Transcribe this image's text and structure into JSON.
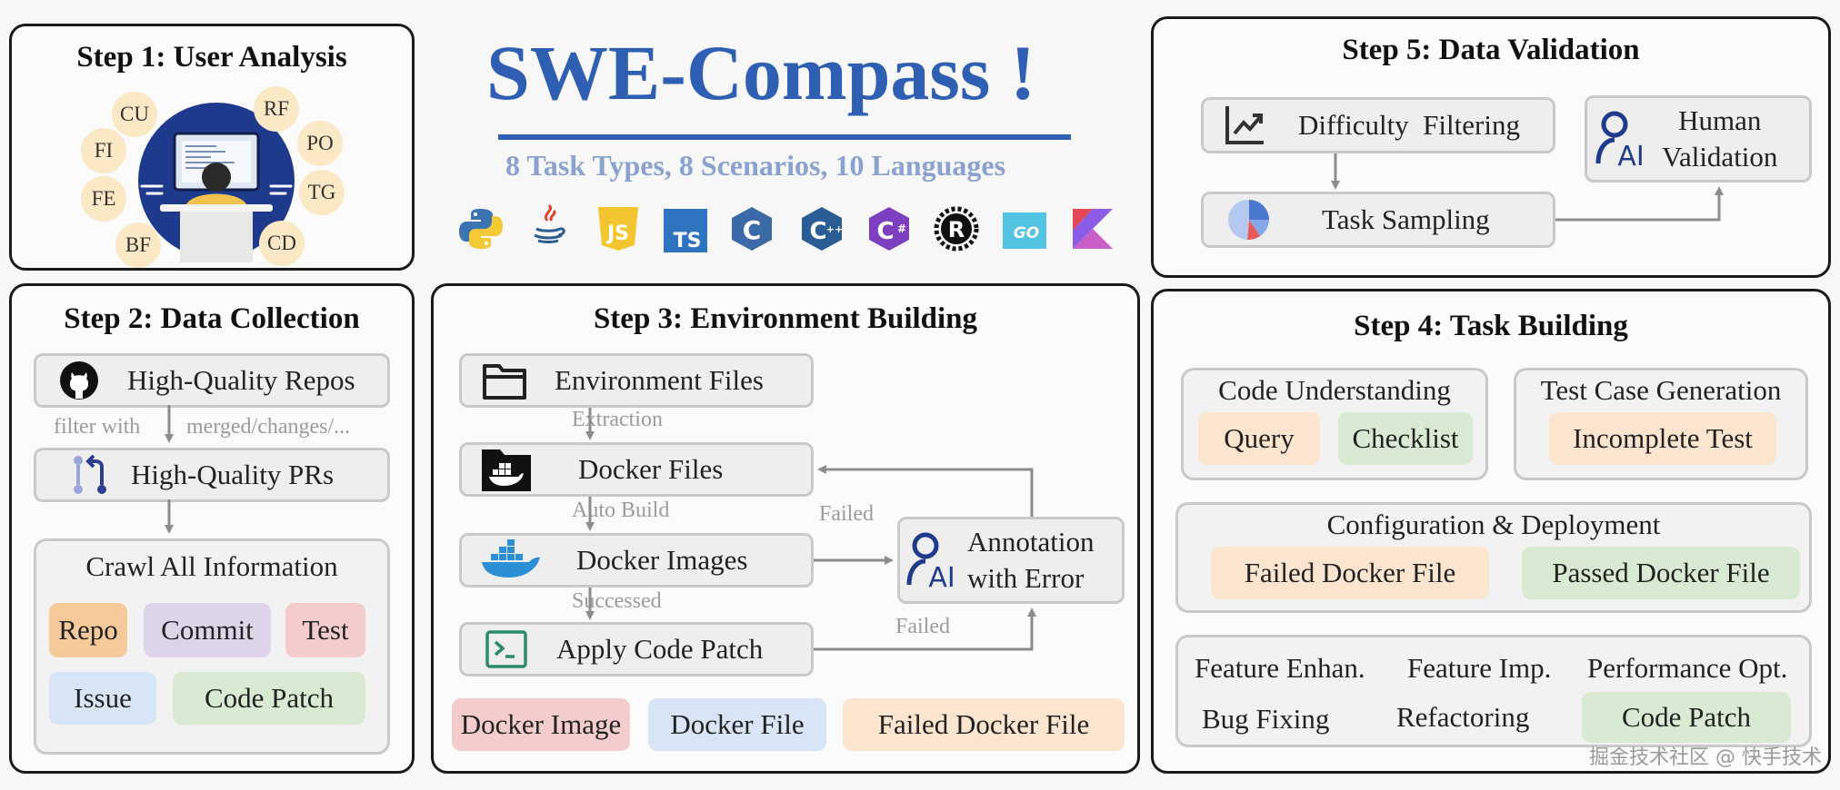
{
  "header": {
    "title": "SWE-Compass !",
    "subtitle": "8 Task Types, 8 Scenarios, 10 Languages",
    "languages": [
      "python-icon",
      "java-icon",
      "javascript-icon",
      "typescript-icon",
      "c-icon",
      "cpp-icon",
      "csharp-icon",
      "rust-icon",
      "go-icon",
      "kotlin-icon"
    ],
    "title_color": "#2f5fb3",
    "subtitle_color": "#8aa2cf"
  },
  "step1": {
    "title": "Step 1: User Analysis",
    "tags": [
      "CU",
      "RF",
      "FI",
      "PO",
      "FE",
      "TG",
      "BF",
      "CD"
    ]
  },
  "step2": {
    "title": "Step 2: Data Collection",
    "repos": "High-Quality Repos",
    "filter_left": "filter with",
    "filter_right": "merged/changes/...",
    "prs": "High-Quality PRs",
    "crawl_title": "Crawl All Information",
    "chips": [
      "Repo",
      "Commit",
      "Test",
      "Issue",
      "Code Patch"
    ]
  },
  "step3": {
    "title": "Step 3: Environment Building",
    "env_files": "Environment Files",
    "extraction": "Extraction",
    "docker_files": "Docker Files",
    "auto_build": "Auto Build",
    "docker_images": "Docker Images",
    "successed": "Successed",
    "apply_patch": "Apply Code Patch",
    "failed_top": "Failed",
    "failed_bottom": "Failed",
    "annotation_line1": "Annotation",
    "annotation_line2": "with Error",
    "chips": [
      "Docker Image",
      "Docker File",
      "Failed Docker File"
    ]
  },
  "step4": {
    "title": "Step 4: Task Building",
    "code_understanding": "Code Understanding",
    "query": "Query",
    "checklist": "Checklist",
    "test_case_gen": "Test Case Generation",
    "incomplete_test": "Incomplete Test",
    "config_title": "Configuration & Deployment",
    "failed_docker": "Failed Docker File",
    "passed_docker": "Passed Docker File",
    "feature_enhan": "Feature Enhan.",
    "feature_imp": "Feature Imp.",
    "perf_opt": "Performance Opt.",
    "bug_fixing": "Bug Fixing",
    "refactoring": "Refactoring",
    "code_patch": "Code Patch"
  },
  "step5": {
    "title": "Step 5: Data Validation",
    "difficulty": "Difficulty  Filtering",
    "sampling": "Task Sampling",
    "human_line1": "Human",
    "human_line2": "Validation"
  },
  "watermark": "掘金技术社区 @ 快手技术"
}
